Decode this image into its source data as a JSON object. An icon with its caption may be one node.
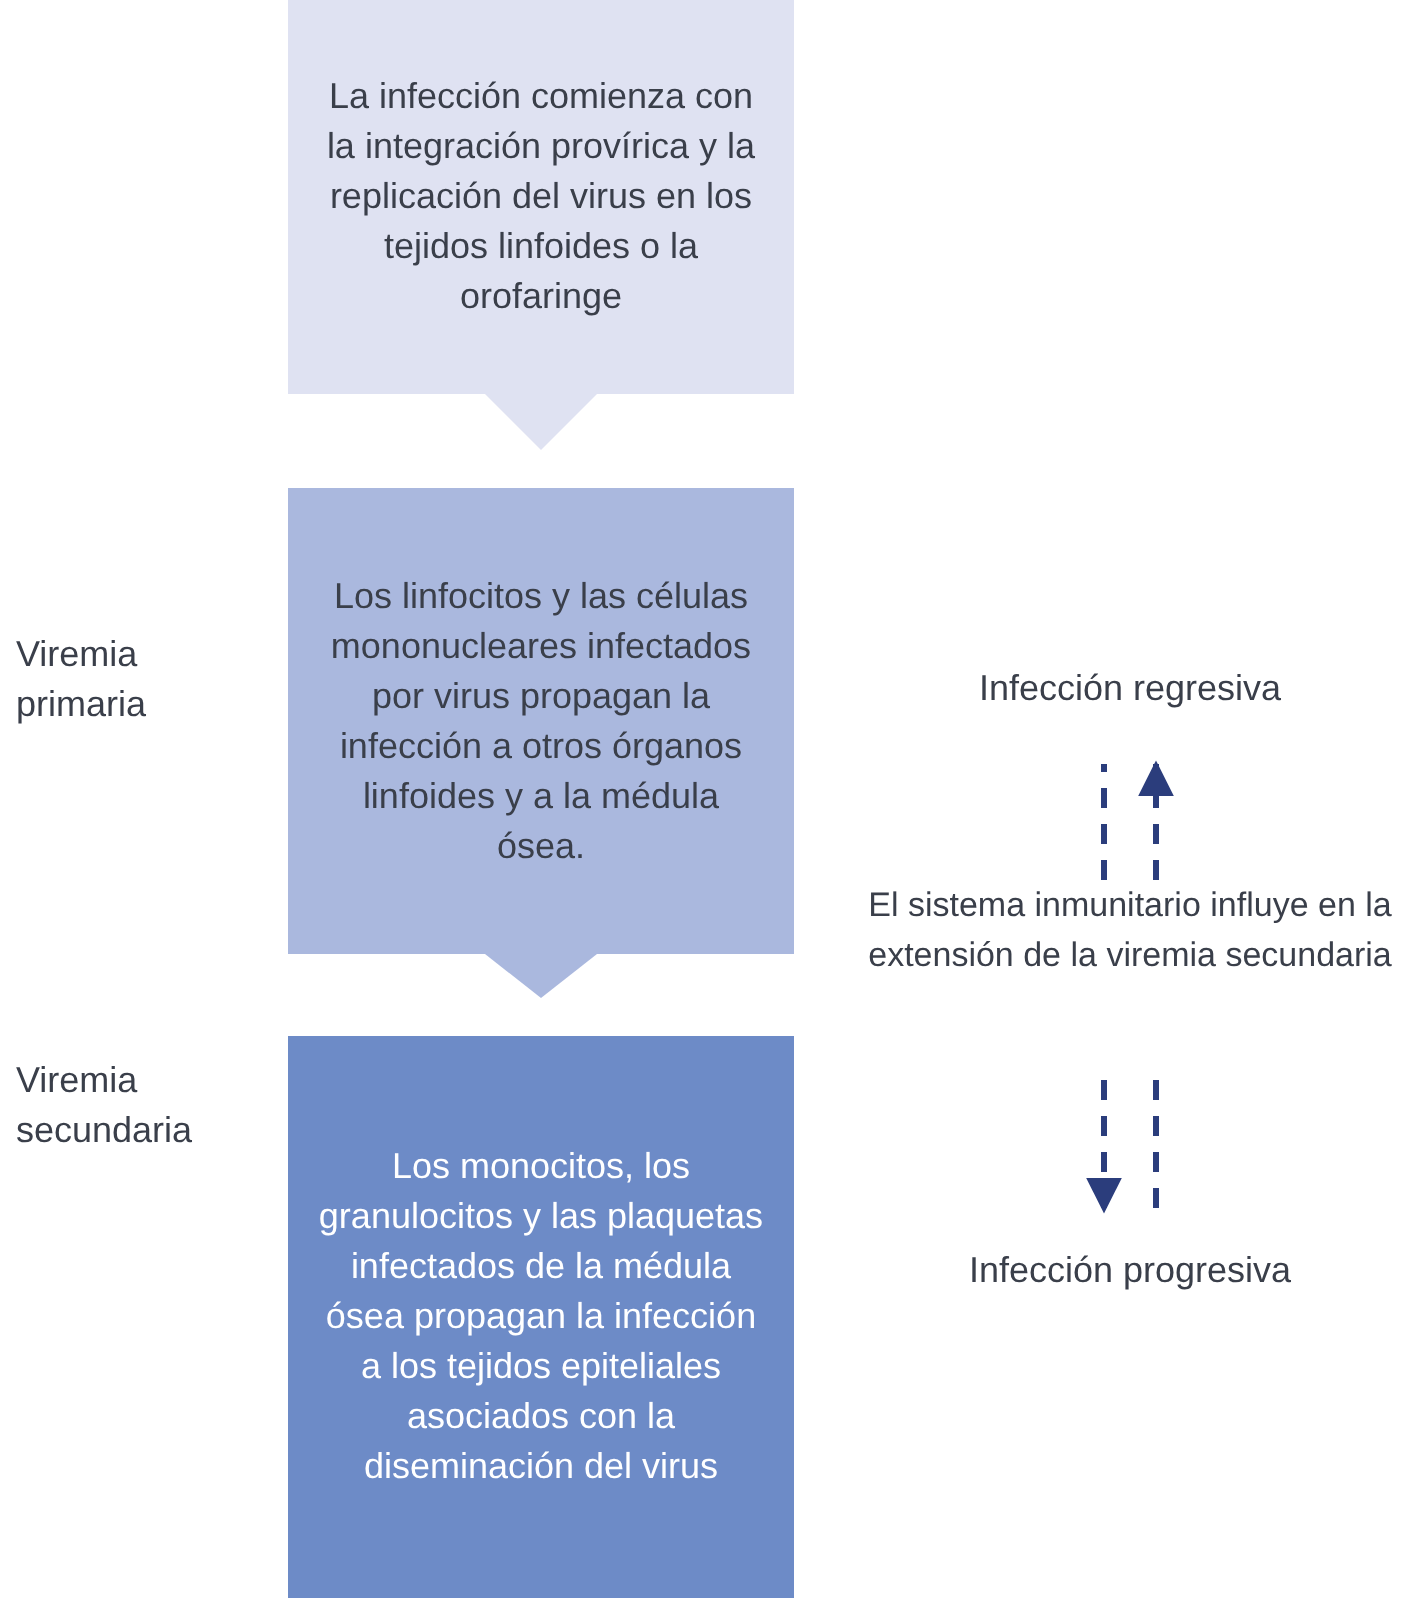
{
  "diagram": {
    "nodes": [
      {
        "text": [
          "La infección comienza con la integración provírica y la replicación del virus en los tejidos linfoides o la orofaringe"
        ]
      },
      {
        "text": [
          "Los linfocitos y las células mononucleares infectados por virus propagan la infección a otros órganos linfoides y a la médula ósea."
        ]
      },
      {
        "text": [
          "Los monocitos, los granulocitos y las plaquetas infectados de la médula ósea propagan la infección a los tejidos epiteliales asociados con la diseminación del virus"
        ]
      },
      {
        "text": [
          "Infección regresiva"
        ]
      },
      {
        "text": [
          "El sistema inmunitario influye en la extensión de la viremia secundaria"
        ]
      },
      {
        "text": [
          "Infección progresiva"
        ]
      }
    ],
    "edges": [
      {
        "from": 0,
        "to": 1,
        "arrow": "to",
        "color": "#dfe2f2"
      },
      {
        "from": 1,
        "to": 2,
        "arrow": "to",
        "color": "#aab8de"
      },
      {
        "from": 4,
        "to": 3,
        "arrow": "none",
        "style": "dashed"
      },
      {
        "from": 4,
        "to": 3,
        "arrow": "to",
        "style": "dashed"
      },
      {
        "from": 4,
        "to": 5,
        "arrow": "to",
        "style": "dashed"
      },
      {
        "from": 4,
        "to": 5,
        "arrow": "none",
        "style": "dashed"
      }
    ],
    "labels": [
      "Viremia primaria",
      "Viremia secundaria"
    ]
  }
}
